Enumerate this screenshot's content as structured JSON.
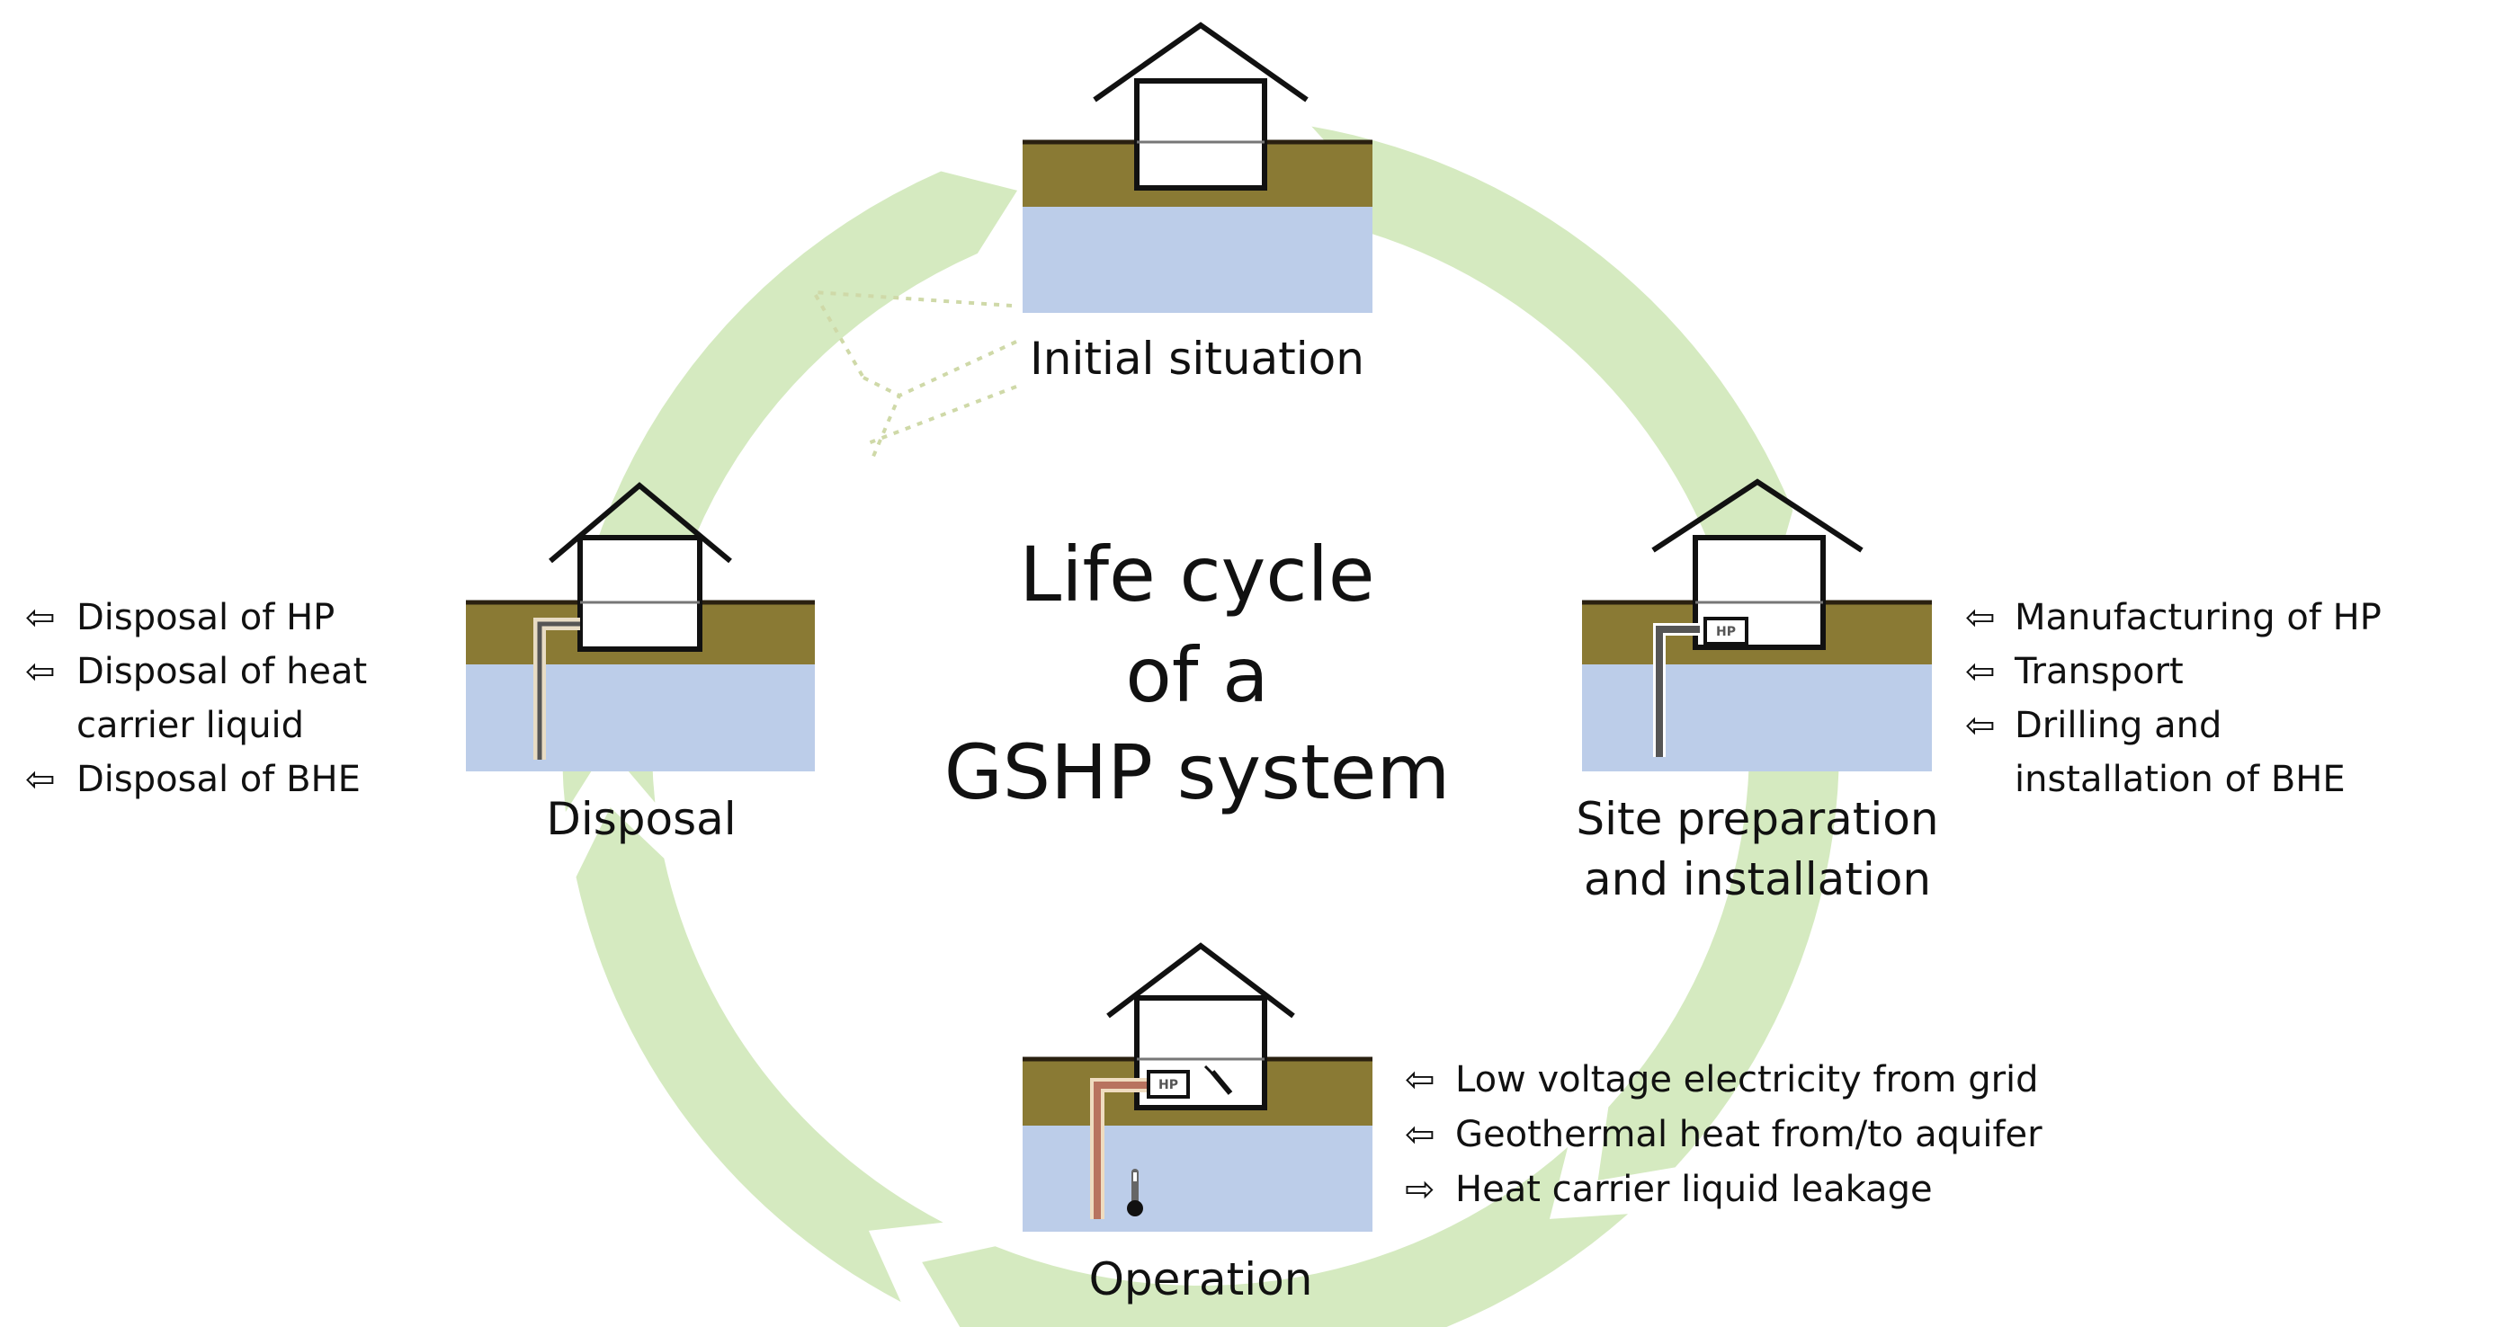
{
  "title": {
    "lines": [
      "Life cycle",
      "of a",
      "GSHP system"
    ]
  },
  "colors": {
    "soil": "#8a7a34",
    "soil_line": "#2a2010",
    "aquifer": "#bccde9",
    "arrow": "#d5eac0",
    "pipe_dark": "#555555",
    "pipe_hot": "#b8735f",
    "text": "#111111"
  },
  "stages": {
    "initial": {
      "label": [
        "Initial situation"
      ],
      "impacts": []
    },
    "site_prep": {
      "label": [
        "Site preparation",
        "and installation"
      ],
      "hp_label": "HP",
      "impacts": [
        {
          "arrow": "⇦",
          "lines": [
            "Manufacturing of HP"
          ]
        },
        {
          "arrow": "⇦",
          "lines": [
            "Transport"
          ]
        },
        {
          "arrow": "⇦",
          "lines": [
            "Drilling and",
            "installation of BHE"
          ]
        }
      ]
    },
    "operation": {
      "label": [
        "Operation"
      ],
      "hp_label": "HP",
      "impacts": [
        {
          "arrow": "⇦",
          "lines": [
            "Low voltage electricity from grid"
          ]
        },
        {
          "arrow": "⇦",
          "lines": [
            "Geothermal heat from/to aquifer"
          ]
        },
        {
          "arrow": "⇨",
          "lines": [
            "Heat carrier liquid leakage"
          ]
        }
      ]
    },
    "disposal": {
      "label": [
        "Disposal"
      ],
      "impacts": [
        {
          "arrow": "⇦",
          "lines": [
            "Disposal of HP"
          ]
        },
        {
          "arrow": "⇦",
          "lines": [
            "Disposal of heat",
            "carrier liquid"
          ]
        },
        {
          "arrow": "⇦",
          "lines": [
            "Disposal of BHE"
          ]
        }
      ]
    }
  },
  "icons": {
    "electric_plug": "plug-icon",
    "thermometer": "thermometer-icon"
  }
}
